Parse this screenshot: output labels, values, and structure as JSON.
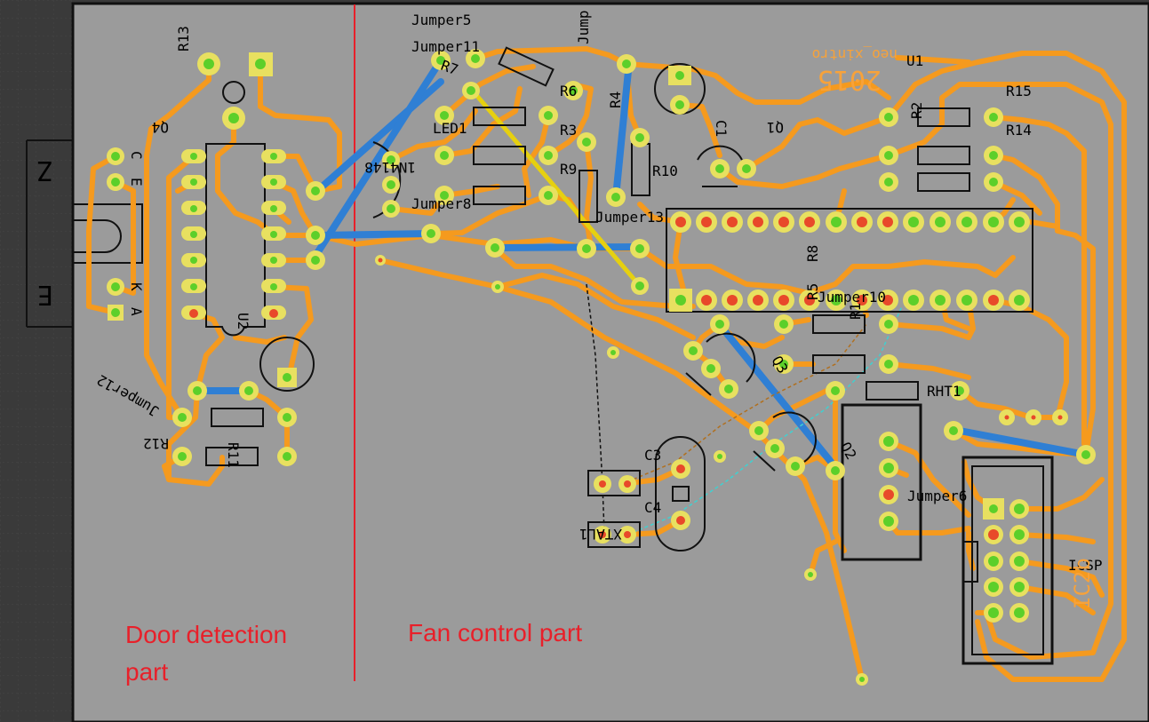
{
  "colors": {
    "board": "#9b9b9b",
    "outside": "#3a3a3a",
    "trace": "#f59a1e",
    "jumper": "#2f7fd4",
    "jumper_yellow": "#e6d010",
    "silkscreen": "#000000",
    "copper_text": "#f7a23a",
    "annotation": "#e8202a"
  },
  "labels": {
    "r13": "R13",
    "q4": "Q4",
    "jumper12": "Jumper12",
    "r12": "R12",
    "r11": "R11",
    "z": "Z",
    "e": "E",
    "c": "C",
    "e_pin": "E",
    "k": "K",
    "a": "A",
    "u2": "U2",
    "jumper5": "Jumper5",
    "jumper11": "Jumper11",
    "jump": "Jump",
    "r7": "R7",
    "r6": "R6",
    "led1": "LED1",
    "r3": "R3",
    "r4": "R4",
    "r9": "R9",
    "r10": "R10",
    "c1": "C1",
    "q1": "Q1",
    "n4148": "1N4148",
    "jumper8": "Jumper8",
    "jumper13": "Jumper13",
    "r8": "R8",
    "r5": "R5",
    "jumper10": "Jumper10",
    "r1": "R1",
    "q3": "Q3",
    "q2": "Q2",
    "rht1": "RHT1",
    "c3": "C3",
    "c4": "C4",
    "xtal1": "XTAL1",
    "jumper6": "Jumper6",
    "icsp": "ICSP",
    "ic2b": "IC2b",
    "u1": "U1",
    "r2": "R2",
    "r15": "R15",
    "r14": "R14",
    "neo_xintro": "neo_xintro",
    "year": "2015"
  },
  "annotations": {
    "door_line1": "Door detection",
    "door_line2": "part",
    "fan": "Fan control part"
  }
}
